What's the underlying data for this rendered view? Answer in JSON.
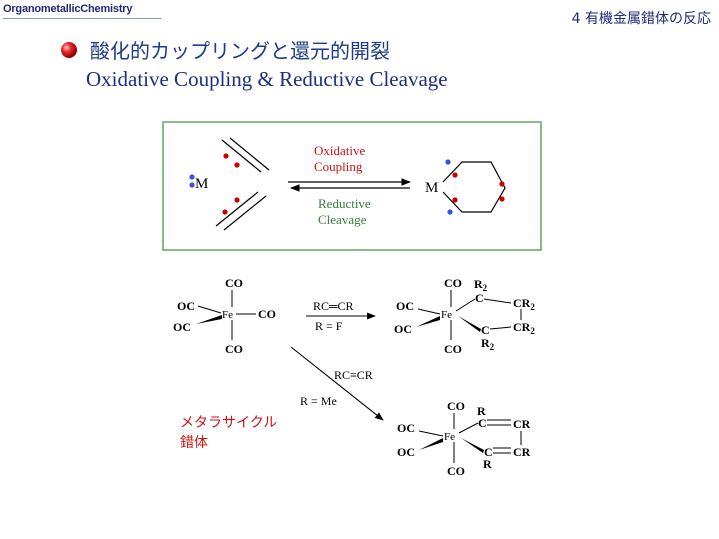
{
  "header": {
    "left_title": "OrganometallicChemistry",
    "right_title": "4 有機金属錯体の反応"
  },
  "title": {
    "jp": "酸化的カップリングと還元的開裂",
    "en": "Oxidative Coupling & Reductive Cleavage"
  },
  "scheme1": {
    "metal": "M",
    "forward": [
      "Oxidative",
      "Coupling"
    ],
    "reverse": [
      "Reductive",
      "Cleavage"
    ]
  },
  "scheme2": {
    "reagent_top": "RC═CR",
    "condition_top": "R = F",
    "reagent_bottom": "RC≡CR",
    "condition_bottom": "R = Me",
    "metallacycle": [
      "メタラサイクル",
      "錯体"
    ],
    "fe": "Fe",
    "co": "CO",
    "oc": "OC",
    "c": "C",
    "r": "R",
    "r2": "R",
    "cr": "CR",
    "cr2": "CR",
    "sub2": "2"
  },
  "colors": {
    "header_text": "#1e2a78",
    "title_text": "#1e3a8a",
    "box_border": "#5fa95f",
    "red_text": "#cc1111",
    "red_dot": "#cc0000",
    "blue_dot": "#3355dd"
  }
}
